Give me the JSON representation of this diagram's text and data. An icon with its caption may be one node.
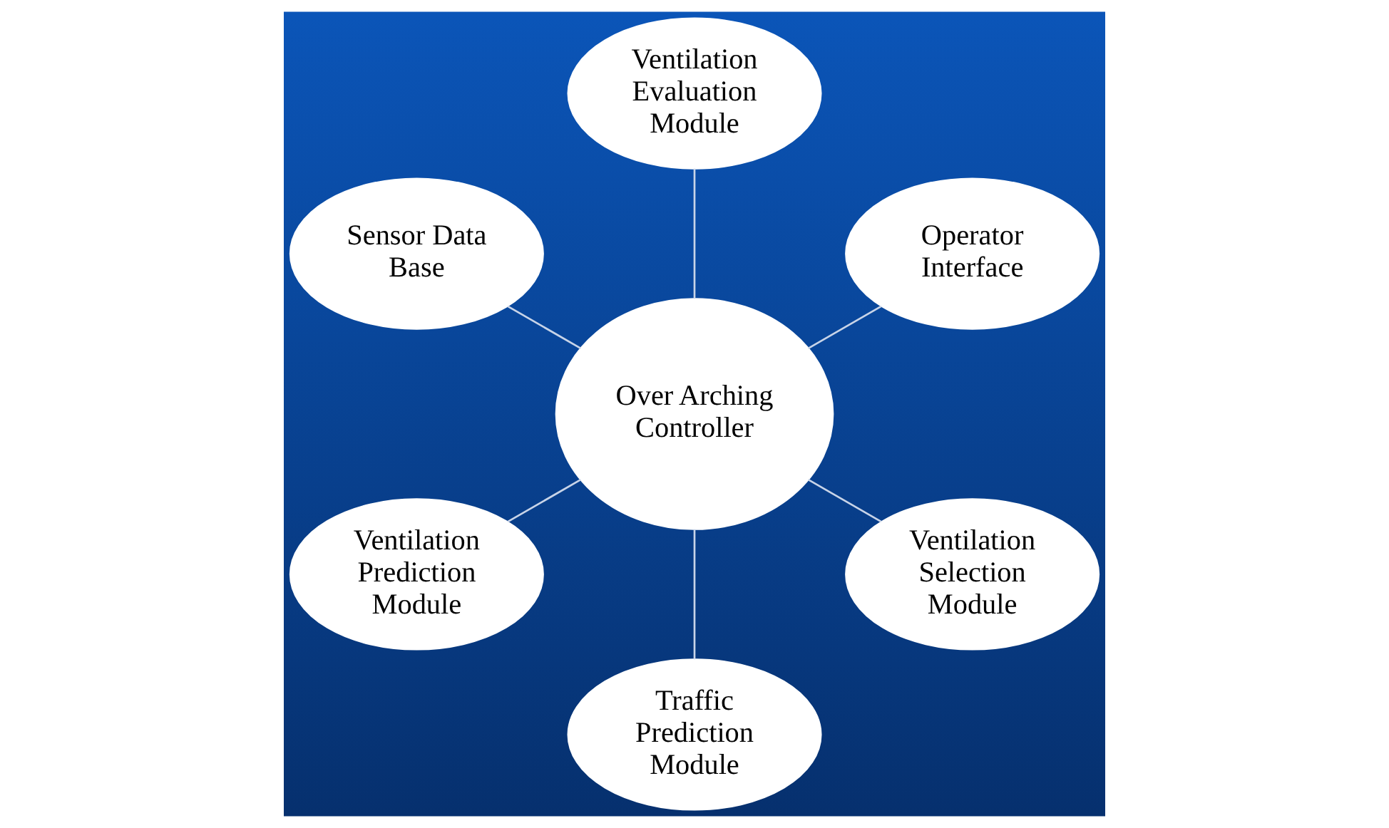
{
  "diagram": {
    "nodes": [
      {
        "text": [
          "Operator Interface"
        ]
      },
      {
        "text": [
          "Ventilation Evaluation Module"
        ]
      },
      {
        "text": [
          "Sensor Data Base"
        ]
      },
      {
        "text": [
          "Over Arching Controller"
        ]
      },
      {
        "text": [
          "Ventilation Prediction Module"
        ]
      },
      {
        "text": [
          "Traffic Prediction Module"
        ]
      },
      {
        "text": [
          "Ventilation Selection Module"
        ]
      }
    ],
    "edges": [
      {
        "from": 3,
        "to": 0,
        "arrow": "none"
      },
      {
        "from": 3,
        "to": 1,
        "arrow": "none"
      },
      {
        "from": 3,
        "to": 2,
        "arrow": "none"
      },
      {
        "from": 3,
        "to": 4,
        "arrow": "none"
      },
      {
        "from": 3,
        "to": 5,
        "arrow": "none"
      },
      {
        "from": 3,
        "to": 6,
        "arrow": "none"
      }
    ]
  }
}
